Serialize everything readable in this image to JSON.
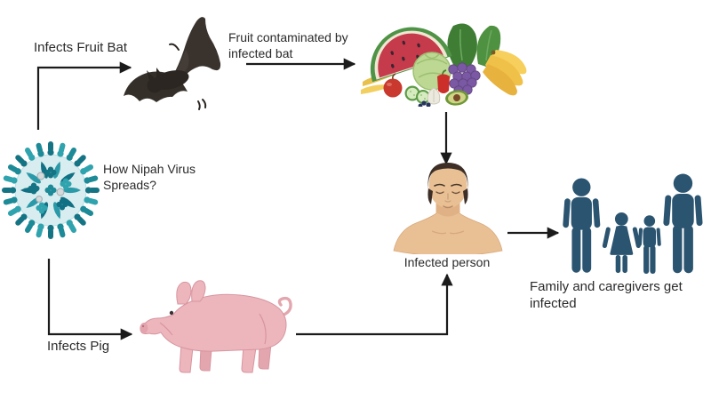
{
  "diagram": {
    "question": "How Nipah Virus Spreads?",
    "edge_labels": {
      "virus_to_bat": "Infects Fruit Bat",
      "bat_to_fruits": "Fruit contaminated by infected bat",
      "virus_to_pig": "Infects Pig"
    },
    "node_labels": {
      "infected_person": "Infected person",
      "family": "Family and caregivers get infected"
    },
    "icons": {
      "virus": "nipah-virus-icon",
      "bat": "fruit-bat-icon",
      "fruits": "contaminated-fruits-icon",
      "person": "infected-person-icon",
      "pig": "pig-icon",
      "family": "family-group-icon"
    },
    "colors": {
      "background": "#ffffff",
      "arrow": "#1b1b1b",
      "text": "#2a2a2a",
      "virus_teal": "#2fa3ae",
      "virus_teal_dark": "#157484",
      "bat_brown": "#352f29",
      "pig_pink": "#edb6bc",
      "skin": "#e9c094",
      "family_blue": "#2b5470"
    }
  }
}
